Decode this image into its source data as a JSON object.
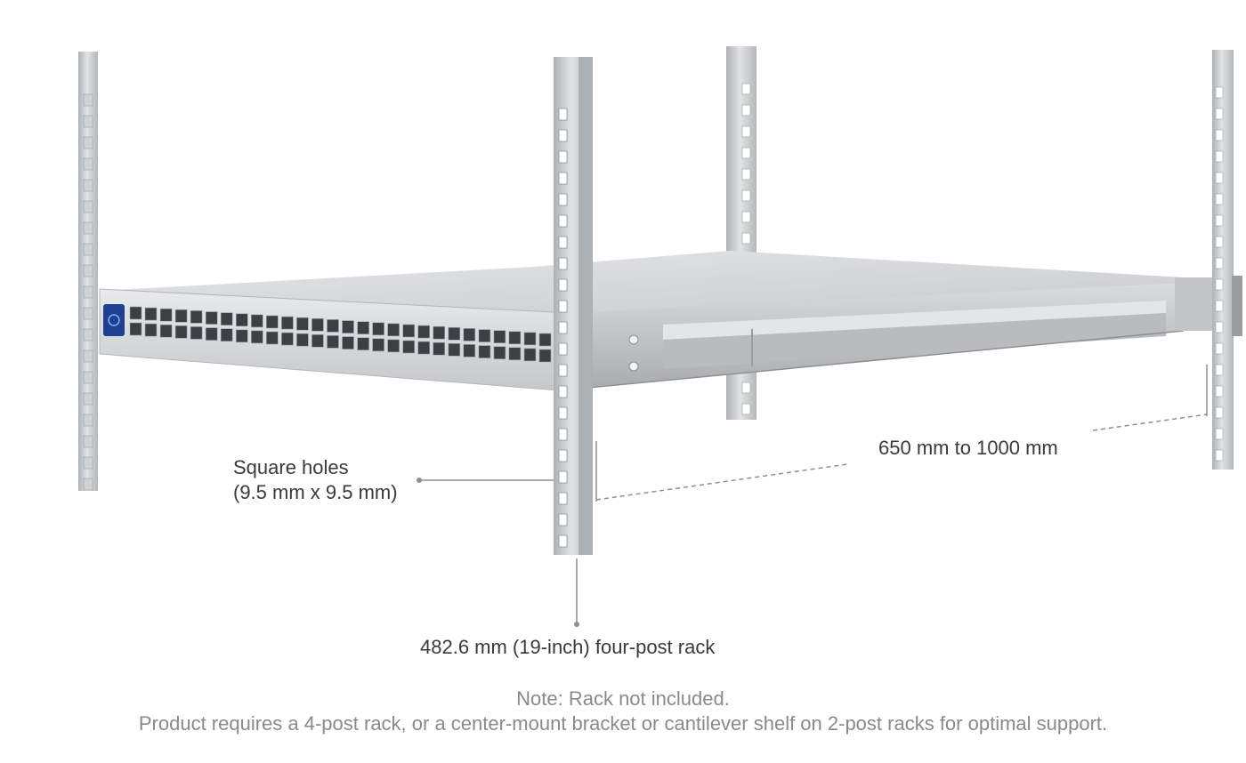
{
  "annotations": {
    "square_holes": {
      "line1": "Square holes",
      "line2": "(9.5 mm x 9.5 mm)"
    },
    "depth_range": "650 mm to 1000 mm",
    "rack_type": "482.6 mm (19-inch) four-post rack"
  },
  "note": {
    "line1": "Note: Rack not included.",
    "line2": "Product requires a 4-post rack, or a center-mount bracket or cantilever shelf on 2-post racks for optimal support."
  },
  "colors": {
    "post_metal": "#c7c9cb",
    "switch_body": "#d6d8da",
    "port_dark": "#3c3f43",
    "panel_blue": "#1f3f8f",
    "leader_line": "#8f8f8f"
  },
  "icons": {
    "switch_display": "blue-touch-display-icon"
  }
}
